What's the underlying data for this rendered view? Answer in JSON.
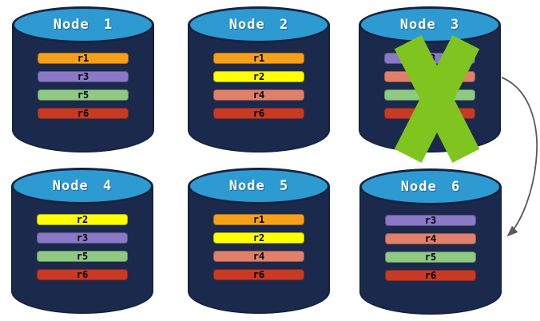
{
  "colors": {
    "cylinder_top": "#2E9AD2",
    "cylinder_body": "#1B2A4C",
    "cylinder_outline": "#13233F",
    "title_text": "#FFFFFF",
    "label_text": "#000000",
    "failure_x": "#80C41F",
    "arrow": "#595959"
  },
  "nodes": [
    {
      "title": "Node 1",
      "failed": false,
      "replicas": [
        {
          "label": "r1",
          "color": "#F6A01A"
        },
        {
          "label": "r3",
          "color": "#8979C6"
        },
        {
          "label": "r5",
          "color": "#8FC983"
        },
        {
          "label": "r6",
          "color": "#C83A23"
        }
      ]
    },
    {
      "title": "Node 2",
      "failed": false,
      "replicas": [
        {
          "label": "r1",
          "color": "#F6A01A"
        },
        {
          "label": "r2",
          "color": "#FFFF00"
        },
        {
          "label": "r4",
          "color": "#E0806B"
        },
        {
          "label": "r6",
          "color": "#C83A23"
        }
      ]
    },
    {
      "title": "Node 3",
      "failed": true,
      "replicas": [
        {
          "label": "r3",
          "color": "#8979C6"
        },
        {
          "label": "",
          "color": "#E0806B"
        },
        {
          "label": "",
          "color": "#8FC983"
        },
        {
          "label": "",
          "color": "#C83A23"
        }
      ]
    },
    {
      "title": "Node 4",
      "failed": false,
      "replicas": [
        {
          "label": "r2",
          "color": "#FFFF00"
        },
        {
          "label": "r3",
          "color": "#8979C6"
        },
        {
          "label": "r5",
          "color": "#8FC983"
        },
        {
          "label": "r6",
          "color": "#C83A23"
        }
      ]
    },
    {
      "title": "Node 5",
      "failed": false,
      "replicas": [
        {
          "label": "r1",
          "color": "#F6A01A"
        },
        {
          "label": "r2",
          "color": "#FFFF00"
        },
        {
          "label": "r4",
          "color": "#E0806B"
        },
        {
          "label": "r6",
          "color": "#C83A23"
        }
      ]
    },
    {
      "title": "Node 6",
      "failed": false,
      "replicas": [
        {
          "label": "r3",
          "color": "#8979C6"
        },
        {
          "label": "r4",
          "color": "#E0806B"
        },
        {
          "label": "r5",
          "color": "#8FC983"
        },
        {
          "label": "r6",
          "color": "#C83A23"
        }
      ]
    }
  ],
  "arrow": {
    "from": "Node 3",
    "to": "Node 6"
  }
}
